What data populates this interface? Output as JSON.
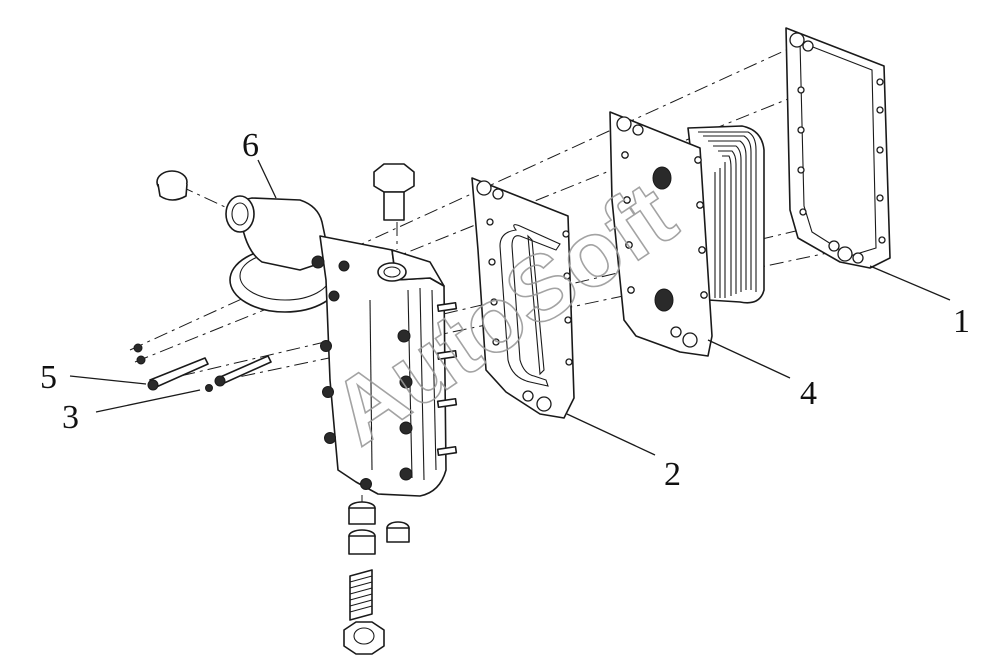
{
  "callouts": {
    "c1": "1",
    "c2": "2",
    "c3": "3",
    "c4": "4",
    "c5": "5",
    "c6": "6"
  },
  "watermark": "AutoSoft",
  "colors": {
    "line": "#1a1a1a",
    "background": "#ffffff",
    "watermark": "#9a9a9a"
  }
}
